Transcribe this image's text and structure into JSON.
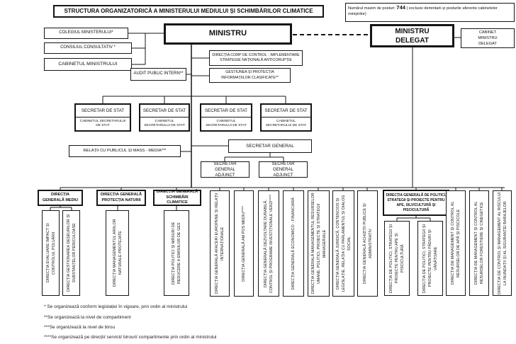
{
  "title": "STRUCTURA ORGANIZATORICĂ A MINISTERULUI MEDIULUI ȘI SCHIMBĂRILOR CLIMATICE",
  "header_note": {
    "label": "Numărul maxim de posturi:",
    "value": "744",
    "detail": "( exclusiv demnitarii și posturile aferente cabinetelor miniștrilor)"
  },
  "top": {
    "ministru": "MINISTRU",
    "ministru_delegat": "MINISTRU DELEGAT",
    "cabinet_ministru_delegat": "CABINET MINISTRU DELEGAT",
    "colegiul": "COLEGIUL MINISTERULUI*",
    "consiliul": "CONSILIUL CONSULTATIV *",
    "cabinetul": "CABINETUL MINISTRULUI",
    "corp_control": "DIRECȚIA CORP DE CONTROL - IMPLEMENTARE STRATEGIE NAȚIONALĂ ANTICORUPȚIE",
    "audit": "AUDIT PUBLIC INTERN**",
    "informatii": "GESTIUNEA ȘI PROTECȚIA INFORMAȚIILOR CLASIFICATE**",
    "relatii": "RELAȚII CU PUBLICUL ȘI MASS - MEDIA***",
    "secretar_stat": "SECRETAR DE STAT",
    "cabinet_secretar_stat": "CABINETUL SECRETARULUI DE STAT",
    "secretar_general": "SECRETAR GENERAL",
    "secretar_general_adjunct": "SECRETAR GENERAL ADJUNCT"
  },
  "groups": [
    {
      "header": "DIRECȚIA GENERALĂ MEDIU",
      "children": [
        "DIRECȚIA EVALUARE IMPACT ȘI CONTROLUL POLUĂRII",
        "DIRECȚIA GESTIONAREA DEȘEURILOR ȘI SUBSTANȚELOR PERICULOASE"
      ]
    },
    {
      "header": "DIRECȚIA GENERALĂ PROTECȚIA NATURII",
      "children": [
        "DIRECȚIA MANAGEMENTUL ARIILOR NATURALE PROTEJATE"
      ]
    },
    {
      "header": "DIRECȚIA GENERALĂ SCHIMBĂRI CLIMATICE",
      "children": [
        "DIRECȚIA POLITICI ȘI MĂSURI DE REDUCERE A EMISIILOR DE GES"
      ]
    },
    {
      "header": "DIRECȚIA GENERALĂ DE POLITICI, STRATEGII ȘI PROIECTE PENTRU APE, SILVICULTURĂ ȘI PISCICULTURĂ",
      "children": [
        "DIRECȚIA DE POLITICI, STRATEGII ȘI PROIECTE PENTRU APE ȘI PISCICULTURĂ",
        "DIRECȚIA DE POLITICI, STRATEGII ȘI PROIECTE PENTRU PĂDURI ȘI VÂNĂTOARE"
      ]
    }
  ],
  "directorates": [
    "DIRECȚIA GENERALĂ AFACERI EUROPENE ȘI RELAȚII INTERNAȚIONALE",
    "DIRECȚIA GENERALĂ AM POS MEDIU****",
    "DIRECȚIA GENERALĂ DEZVOLTARE DURABILĂ, CONTROL ȘI PROGRAME INVESTIȚIONALE VERZI****",
    "DIRECȚIA GENERALĂ ECONOMICO - FINANCIARĂ",
    "DIRECȚIA GENERALĂ MANAGEMENTUL RESURSELOR UMANE, POLITICI, PROIECTE ȘI STRATEGII MANAGERIALE",
    "DIRECȚIA GENERALĂ JURIDICĂ, CONTENCIOS ȘI LEGISLAȚIE, RELAȚIA CU PARLAMENTUL ȘI DIALOG SOCIAL",
    "DIRECȚIA GENERALĂ ACHIZIȚII PUBLICE ȘI ADMINISTRATIV",
    "DIRECȚIA DE MANAGEMENT ȘI CONTROL AL RESURSELOR DE APĂ ȘI PISCICOLE",
    "DIRECȚIA DE MANAGEMENT ȘI CONTROL AL RESURSELOR FORESTIERE ȘI CINEGETICE",
    "DIRECȚIA DE CONTROL ȘI MANAGEMENT AL RISCULUI LA INUNDAȚII ȘI AL SIGURANȚEI BARAJELOR"
  ],
  "footnotes": [
    "* Se organizează conform legislației în vigoare, prin ordin al ministrului",
    "**Se organizează la nivel de compartiment",
    "***Se organizează la nivel de birou",
    "****Se organizează pe direcții/ servicii/ birouri/ compartimente prin ordin al ministrului"
  ]
}
